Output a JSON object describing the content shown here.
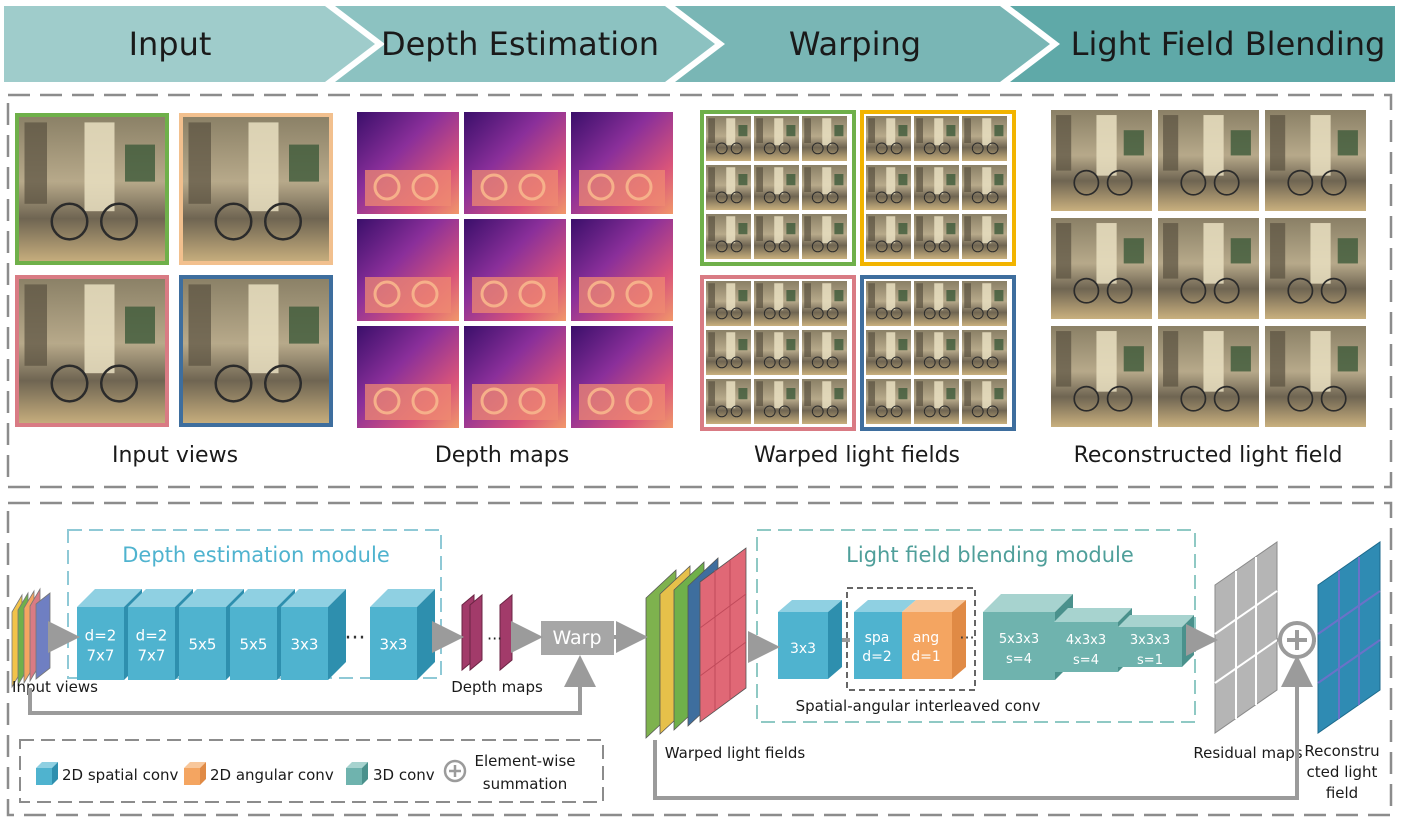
{
  "stages": [
    {
      "label": "Input",
      "color": "#9fcccb"
    },
    {
      "label": "Depth Estimation",
      "color": "#8cc2c1"
    },
    {
      "label": "Warping",
      "color": "#79b6b5"
    },
    {
      "label": "Light Field Blending",
      "color": "#5fa9a8"
    }
  ],
  "top_panel": {
    "input_views": "Input views",
    "depth_maps": "Depth maps",
    "warped_light_fields": "Warped light fields",
    "reconstructed_light_field": "Reconstructed light field",
    "frame_colors": [
      "#6fb04a",
      "#f2c08e",
      "#d97b84",
      "#3e6e9e"
    ],
    "warp_frame_colors": [
      "#6fb04a",
      "#f2b400",
      "#d97b84",
      "#3e6e9e"
    ]
  },
  "network": {
    "depth_module_title": "Depth estimation module",
    "blend_module_title": "Light field blending module",
    "depth_blocks": [
      {
        "l1": "d=2",
        "l2": "7x7"
      },
      {
        "l1": "d=2",
        "l2": "7x7"
      },
      {
        "l1": "5x5",
        "l2": ""
      },
      {
        "l1": "5x5",
        "l2": ""
      },
      {
        "l1": "3x3",
        "l2": ""
      }
    ],
    "ellipsis": "···",
    "last_depth_block": "3x3",
    "input_views_label": "Input views",
    "depth_maps_label": "Depth maps",
    "warp_label": "Warp",
    "warped_light_fields_label": "Warped light fields",
    "blend_first_block": "3x3",
    "spa_block": {
      "l1": "spa",
      "l2": "d=2"
    },
    "ang_block": {
      "l1": "ang",
      "l2": "d=1"
    },
    "interleaved_label": "Spatial-angular interleaved conv",
    "conv3d_blocks": [
      {
        "l1": "5x3x3",
        "l2": "s=4"
      },
      {
        "l1": "4x3x3",
        "l2": "s=4"
      },
      {
        "l1": "3x3x3",
        "l2": "s=1"
      }
    ],
    "residual_maps_label": "Residual maps",
    "reconstructed_label": [
      "Reconstru",
      "cted light",
      "field"
    ],
    "plus_symbol": "+"
  },
  "legend": {
    "spatial": "2D spatial conv",
    "angular": "2D angular conv",
    "conv3d": "3D conv",
    "summation": [
      "Element-wise",
      "summation"
    ],
    "symbol": "⊕"
  },
  "colors": {
    "spatial": "#4fb3cf",
    "angular": "#f4a561",
    "conv3d": "#6fb3ae",
    "depth_map": "#a23b6a",
    "gray": "#a6a6a6",
    "recon": "#2f8bb3"
  }
}
